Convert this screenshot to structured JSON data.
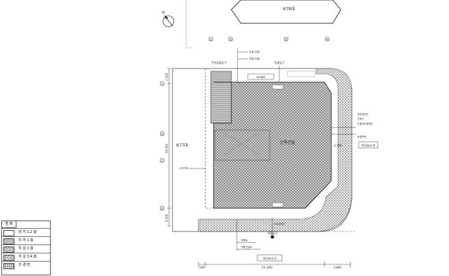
{
  "plan": {
    "north_label": "N",
    "parcel_top": "679대",
    "parcel_left": "677대",
    "building_label": "신축건물",
    "grid_marks_top": [
      "①",
      "②",
      "③",
      "④"
    ],
    "grid_marks_left": [
      "ⓐ",
      "ⓑ",
      "ⓒ",
      "ⓓ"
    ],
    "dim_left_top": "2,100",
    "dim_left_mid": "16,300",
    "dim_left_bot": "2,200",
    "dim_right_mid": "2,500",
    "dim_bottom_left": "200",
    "dim_bottom_main": "21,300",
    "dim_bottom_right": "2,800",
    "road_bottom": "폭10m도로",
    "road_right": "폭10m도로",
    "entrance_left_top": "주차장출입구",
    "entrance_right_top": "주출입구",
    "entrance_bottom": "주출입구",
    "note_1": "조경(식재)",
    "note_2": "조경(식재)",
    "note_3": "보도블럭",
    "note_4": "대지경계선",
    "note_5": "건축선",
    "note_6": "인접대지경계선",
    "note_7": "조경면적",
    "note_8": "주차구획",
    "note_9": "보행로",
    "note_10": "차량진입로",
    "note_11": "도로경계선"
  },
  "legend": {
    "title": "범 례",
    "rows": [
      {
        "label": "대 지 1,2 층"
      },
      {
        "label": "지 하 1 층"
      },
      {
        "label": "지 상 2 층"
      },
      {
        "label": "지 상 3·4 층"
      },
      {
        "label": "조 경 면"
      }
    ]
  }
}
